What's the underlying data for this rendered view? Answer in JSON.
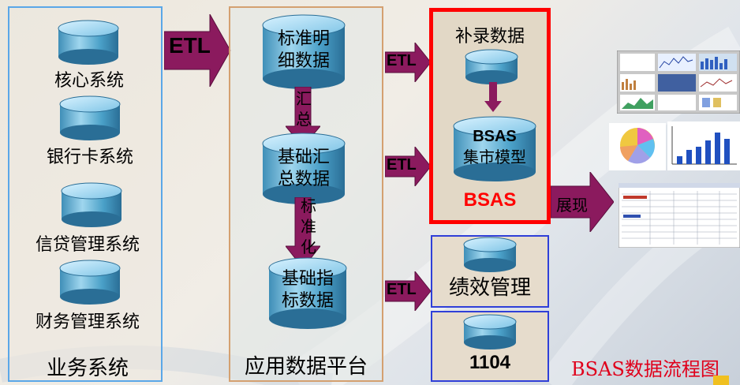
{
  "business_systems": {
    "title": "业务系统",
    "items": [
      "核心系统",
      "银行卡系统",
      "信贷管理系统",
      "财务管理系统"
    ]
  },
  "app_platform": {
    "title": "应用数据平台",
    "db1": "标准明细数据",
    "db1_line1": "标准明",
    "db1_line2": "细数据",
    "db2_line1": "基础汇",
    "db2_line2": "总数据",
    "db3_line1": "基础指",
    "db3_line2": "标数据",
    "step1": "汇总",
    "step1_c1": "汇",
    "step1_c2": "总",
    "step2_c1": "标",
    "step2_c2": "准",
    "step2_c3": "化"
  },
  "bsas": {
    "supplement": "补录数据",
    "model_line1": "BSAS",
    "model_line2": "集市模型",
    "title": "BSAS"
  },
  "perf": {
    "label": "绩效管理"
  },
  "reg": {
    "label": "1104"
  },
  "etl_label": "ETL",
  "display_label": "展现",
  "caption": "BSAS数据流程图",
  "colors": {
    "left_border": "#5aa7e8",
    "mid_border": "#d4a070",
    "bsas_border": "#ff0000",
    "blue_border": "#2f3fd8",
    "arrow": "#8b1a5e",
    "caption": "#e0001b"
  }
}
